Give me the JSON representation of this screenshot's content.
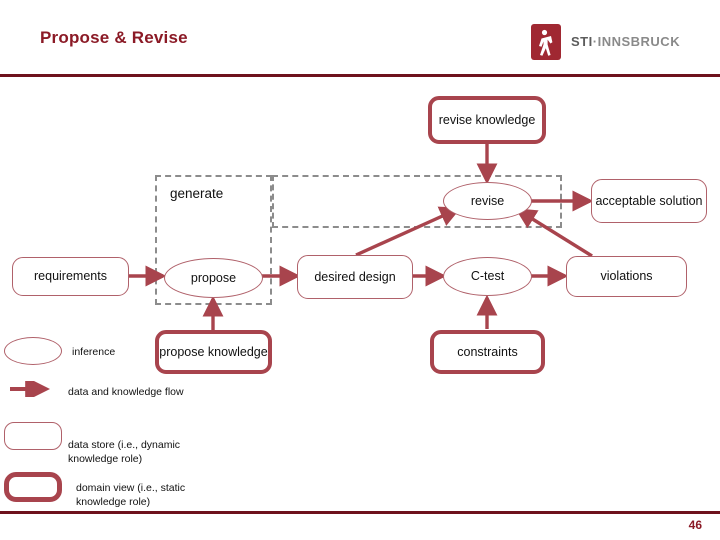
{
  "header": {
    "title": "Propose & Revise",
    "logo": {
      "mark": "sti-figure-icon",
      "text_primary": "STI",
      "text_separator": "·",
      "text_secondary": "INNSBRUCK"
    },
    "rule_color": "#6E121C"
  },
  "footer": {
    "page_number": "46",
    "rule_color": "#6E121C"
  },
  "diagram": {
    "groups": [
      {
        "id": "generate",
        "label": "generate"
      },
      {
        "id": "revise",
        "label": "revise"
      }
    ],
    "nodes": [
      {
        "id": "revise-knowledge",
        "label": "revise knowledge",
        "shape": "domain-view"
      },
      {
        "id": "requirements",
        "label": "requirements",
        "shape": "data-store"
      },
      {
        "id": "propose",
        "label": "propose",
        "shape": "inference"
      },
      {
        "id": "propose-knowledge",
        "label": "propose knowledge",
        "shape": "domain-view"
      },
      {
        "id": "desired-design",
        "label": "desired design",
        "shape": "data-store"
      },
      {
        "id": "revise-inference",
        "label": "revise",
        "shape": "inference"
      },
      {
        "id": "c-test",
        "label": "C-test",
        "shape": "inference"
      },
      {
        "id": "constraints",
        "label": "constraints",
        "shape": "domain-view"
      },
      {
        "id": "acceptable-solution",
        "label": "acceptable solution",
        "shape": "data-store"
      },
      {
        "id": "violations",
        "label": "violations",
        "shape": "data-store"
      }
    ],
    "edges": [
      {
        "from": "requirements",
        "to": "propose"
      },
      {
        "from": "propose-knowledge",
        "to": "propose"
      },
      {
        "from": "propose",
        "to": "desired-design"
      },
      {
        "from": "desired-design",
        "to": "c-test"
      },
      {
        "from": "desired-design",
        "to": "revise-inference"
      },
      {
        "from": "constraints",
        "to": "c-test"
      },
      {
        "from": "c-test",
        "to": "violations"
      },
      {
        "from": "violations",
        "to": "revise-inference"
      },
      {
        "from": "revise-knowledge",
        "to": "revise-inference"
      },
      {
        "from": "revise-inference",
        "to": "acceptable-solution"
      }
    ],
    "colors": {
      "arrow": "#A8444D",
      "store_border": "#B0616A",
      "domain_border": "#A8444D",
      "group_border": "#8C8C8C"
    }
  },
  "legend": {
    "items": [
      {
        "shape": "inference",
        "label": "inference"
      },
      {
        "shape": "arrow",
        "label": "data and knowledge flow"
      },
      {
        "shape": "data-store",
        "label": "data store (i.e., dynamic knowledge role)"
      },
      {
        "shape": "domain-view",
        "label": "domain view (i.e., static knowledge role)"
      }
    ]
  }
}
